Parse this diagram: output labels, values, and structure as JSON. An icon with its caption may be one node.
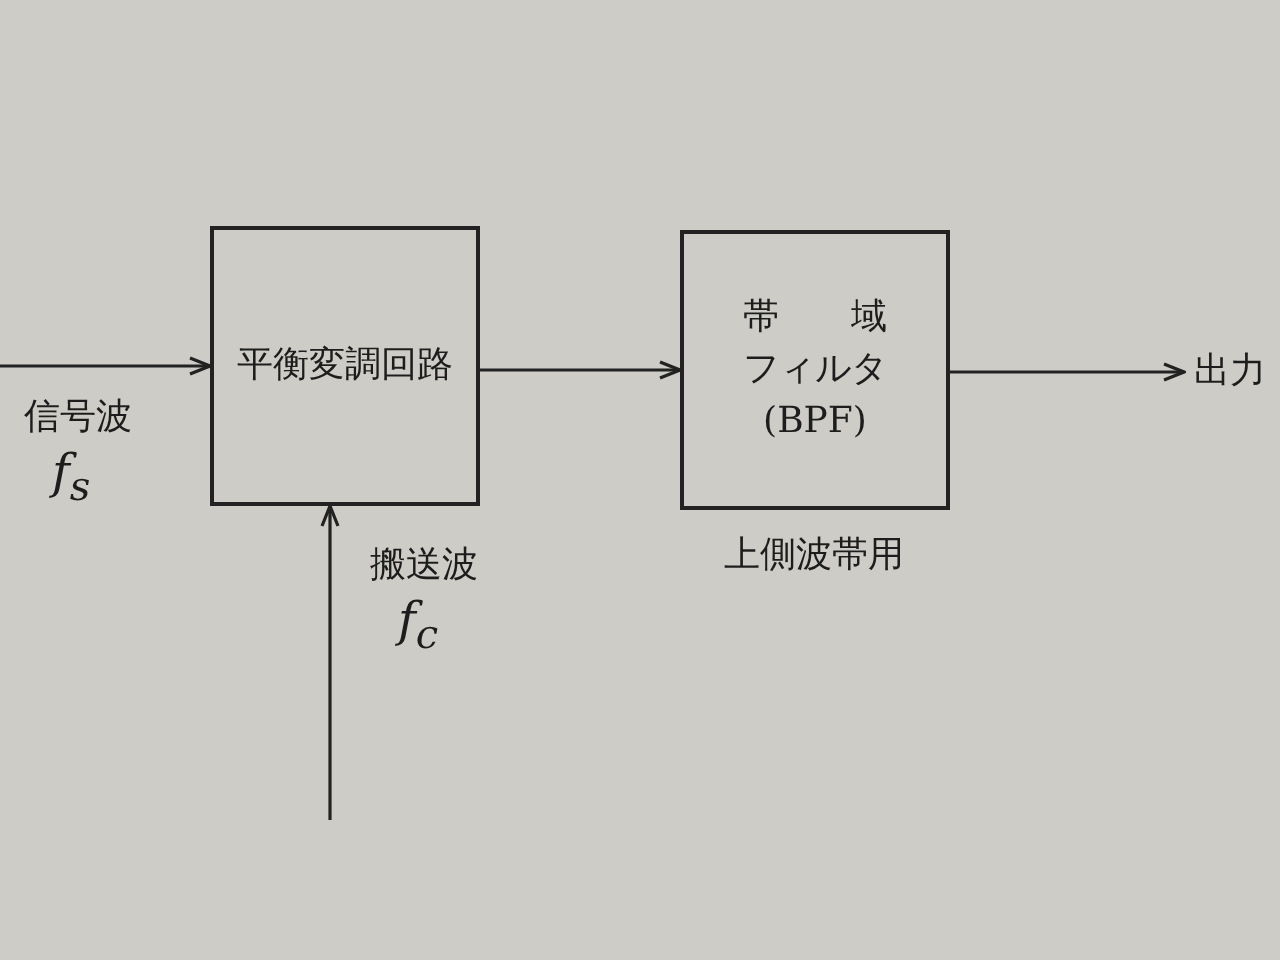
{
  "diagram": {
    "nodes": [
      {
        "text": [
          "平衡変調回路"
        ]
      },
      {
        "text": [
          "帯域フィルタ (BPF)"
        ],
        "beside": [
          "上側波帯用"
        ]
      },
      {
        "text": [
          "出力"
        ]
      }
    ],
    "edges": [
      {
        "from": null,
        "to": 0,
        "arrow": "to"
      },
      {
        "from": null,
        "to": 0,
        "arrow": "to"
      },
      {
        "from": 0,
        "to": 1,
        "arrow": "to"
      },
      {
        "from": 1,
        "to": 2,
        "arrow": "to"
      }
    ],
    "labels": [
      "信号波",
      "f$_{s}$",
      "搬送波",
      "f$_{c}$"
    ]
  }
}
